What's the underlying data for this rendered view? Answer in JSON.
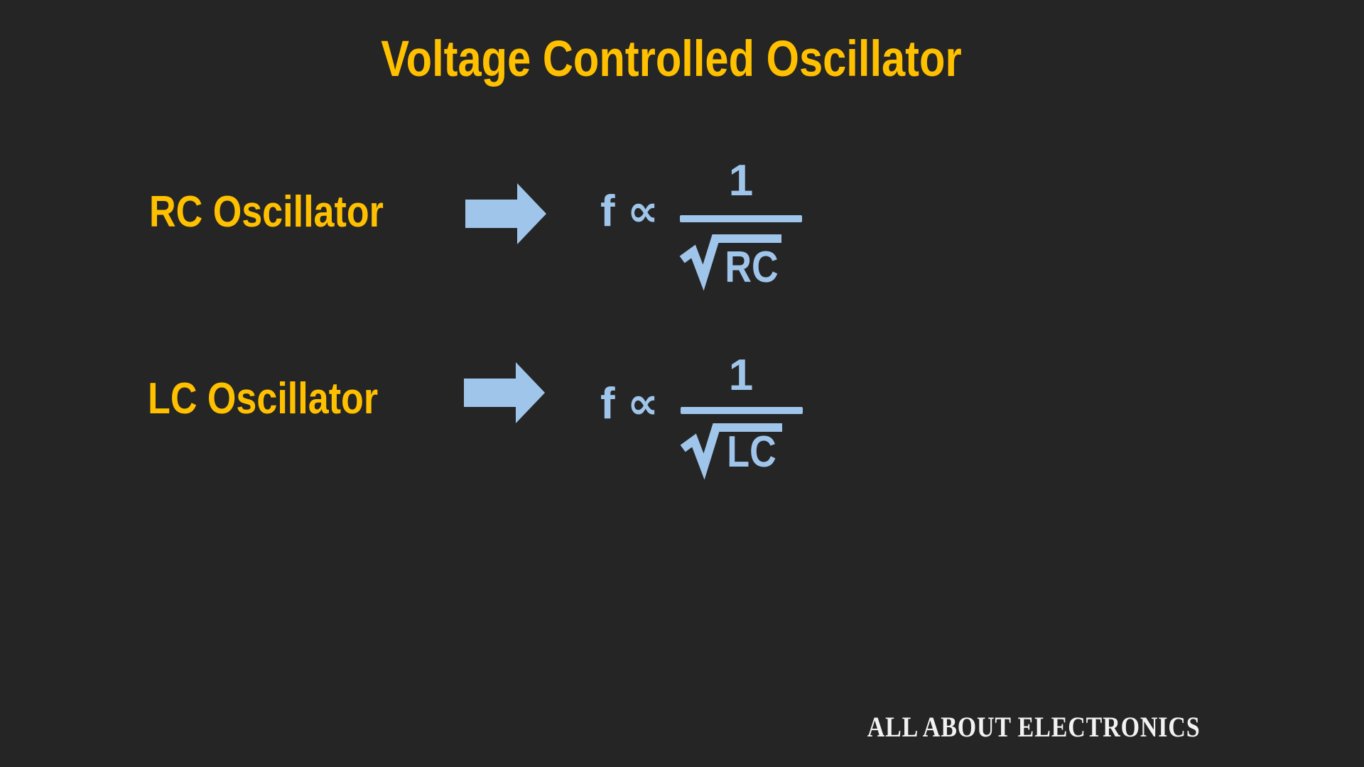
{
  "slide": {
    "title": "Voltage Controlled Oscillator",
    "watermark": "ALL ABOUT ELECTRONICS",
    "colors": {
      "bg": "#252525",
      "yellow": "#FFC000",
      "blue": "#9FC5EA",
      "white": "#F2F2F2"
    },
    "rows": [
      {
        "label": "RC Oscillator",
        "arrow_icon": "arrow-right",
        "relation": "f ∝",
        "numerator": "1",
        "radical_icon": "square-root-sign",
        "radicand": "RC"
      },
      {
        "label": "LC Oscillator",
        "arrow_icon": "arrow-right",
        "relation": "f ∝",
        "numerator": "1",
        "radical_icon": "square-root-sign",
        "radicand": "LC"
      }
    ]
  }
}
